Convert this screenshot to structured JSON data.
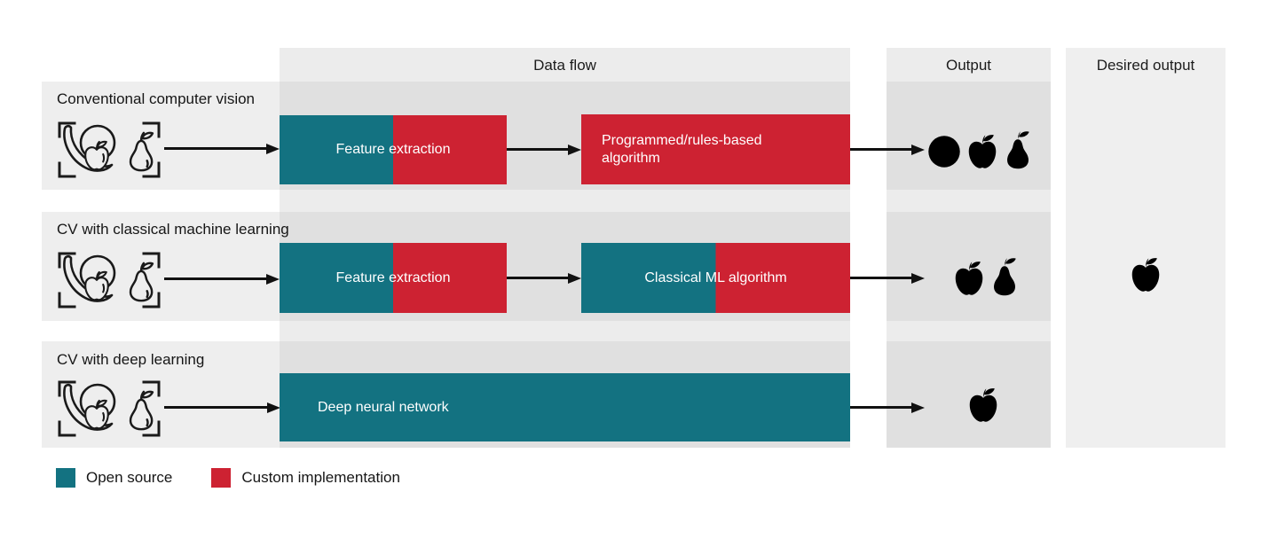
{
  "palette": {
    "teal": "#137281",
    "red": "#cd2232",
    "band_light": "#ececec",
    "band_dark": "#e0e0e0",
    "text": "#1a1a1a",
    "box_text": "#ffffff",
    "arrow": "#111111"
  },
  "columns": [
    {
      "id": "dataflow",
      "label": "Data flow"
    },
    {
      "id": "output",
      "label": "Output"
    },
    {
      "id": "desired",
      "label": "Desired output"
    }
  ],
  "rows": [
    {
      "label": "Conventional computer vision",
      "input_icon": "fruit-group-in-viewfinder",
      "boxes": [
        {
          "text": "Feature extraction",
          "segments": [
            "open-source",
            "custom-implementation"
          ]
        },
        {
          "text": "Programmed/rules-based algorithm",
          "segments": [
            "custom-implementation"
          ]
        }
      ],
      "output_icons": [
        "orange",
        "apple",
        "pear"
      ]
    },
    {
      "label": "CV with classical machine learning",
      "input_icon": "fruit-group-in-viewfinder",
      "boxes": [
        {
          "text": "Feature extraction",
          "segments": [
            "open-source",
            "custom-implementation"
          ]
        },
        {
          "text": "Classical ML algorithm",
          "segments": [
            "open-source",
            "custom-implementation"
          ]
        }
      ],
      "output_icons": [
        "apple",
        "pear"
      ]
    },
    {
      "label": "CV with deep learning",
      "input_icon": "fruit-group-in-viewfinder",
      "boxes": [
        {
          "text": "Deep neural network",
          "segments": [
            "open-source"
          ]
        }
      ],
      "output_icons": [
        "apple"
      ]
    }
  ],
  "desired": {
    "icons": [
      "apple"
    ]
  },
  "legend": [
    {
      "label": "Open source",
      "color": "#137281"
    },
    {
      "label": "Custom implementation",
      "color": "#cd2232"
    }
  ]
}
